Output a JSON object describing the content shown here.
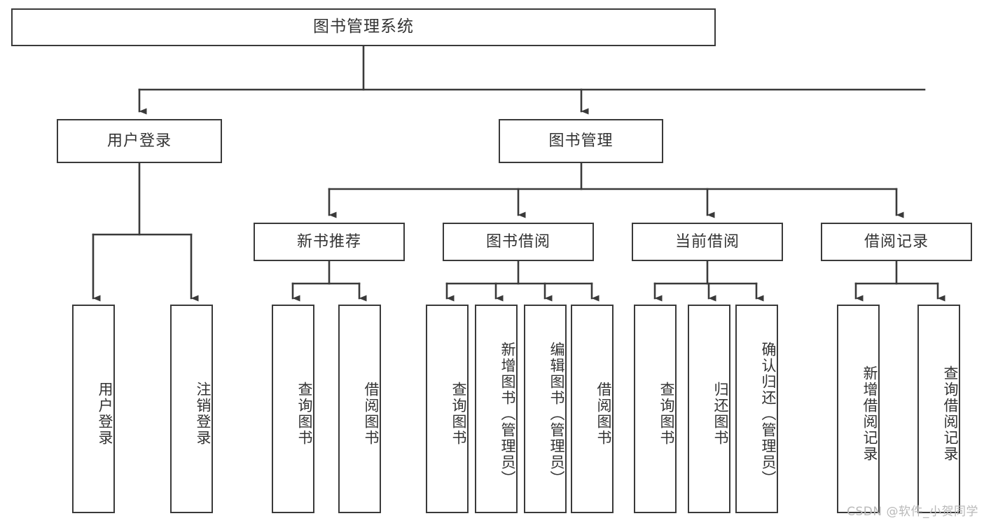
{
  "diagram": {
    "title": "图书管理系统",
    "type": "tree-hierarchy",
    "root": {
      "label": "图书管理系统"
    },
    "level1": [
      {
        "label": "用户登录"
      },
      {
        "label": "图书管理"
      }
    ],
    "level2": [
      {
        "label": "新书推荐",
        "parent": "图书管理"
      },
      {
        "label": "图书借阅",
        "parent": "图书管理"
      },
      {
        "label": "当前借阅",
        "parent": "图书管理"
      },
      {
        "label": "借阅记录",
        "parent": "图书管理"
      }
    ],
    "leaves": {
      "user_login": [
        {
          "label": "用户登录"
        },
        {
          "label": "注销登录"
        }
      ],
      "new_book_recommend": [
        {
          "label": "查询图书"
        },
        {
          "label": "借阅图书"
        }
      ],
      "book_borrow": [
        {
          "label": "查询图书"
        },
        {
          "label": "新增图书（管理员）"
        },
        {
          "label": "编辑图书（管理员）"
        },
        {
          "label": "借阅图书"
        }
      ],
      "current_borrow": [
        {
          "label": "查询图书"
        },
        {
          "label": "归还图书"
        },
        {
          "label": "确认归还（管理员）"
        }
      ],
      "borrow_record": [
        {
          "label": "新增借阅记录"
        },
        {
          "label": "查询借阅记录"
        }
      ]
    }
  },
  "watermark": {
    "text": "CSDN @软件_小贺同学"
  },
  "colors": {
    "box_border": "#3a3a3a",
    "connector": "#3a3a3a",
    "text": "#333333",
    "background": "#ffffff",
    "watermark": "#b9b9b9"
  }
}
